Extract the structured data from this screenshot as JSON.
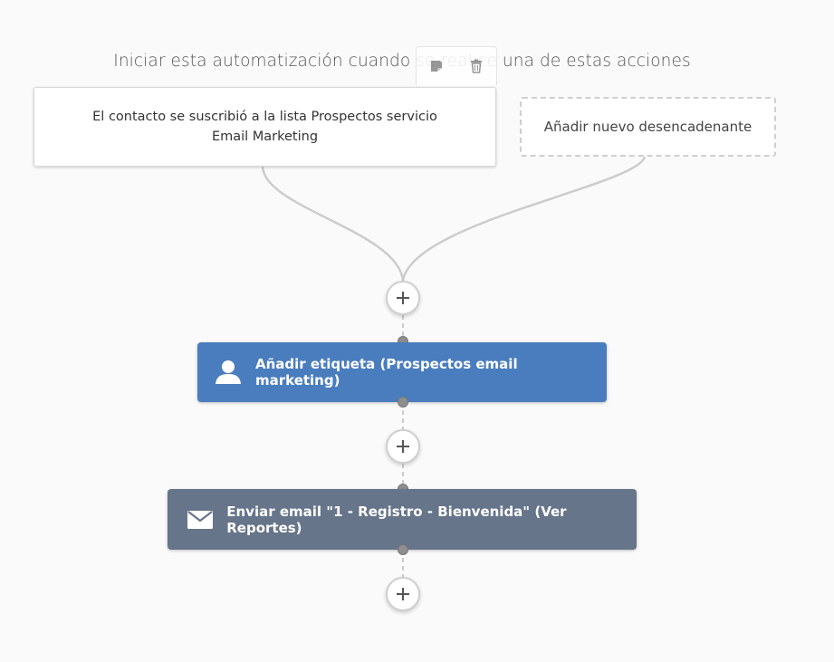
{
  "header": {
    "title": "Iniciar esta automatización cuando se realice una de estas acciones"
  },
  "trigger": {
    "text": "El contacto se suscribió a la lista Prospectos servicio Email Marketing",
    "toolbar_icons": [
      "edit-icon",
      "trash-icon"
    ]
  },
  "add_trigger": {
    "label": "Añadir nuevo desencadenante"
  },
  "steps": [
    {
      "label": "Añadir etiqueta (Prospectos email marketing)",
      "icon": "user-icon",
      "color": "#4a7dbd"
    },
    {
      "label": "Enviar email \"1 - Registro - Bienvenida\" (Ver Reportes)",
      "icon": "envelope-icon",
      "color": "#66758a"
    }
  ],
  "add_step": {
    "symbol": "+"
  },
  "colors": {
    "background": "#fafafa",
    "connector": "#cfcfcf",
    "dot": "#8e8e8e"
  }
}
